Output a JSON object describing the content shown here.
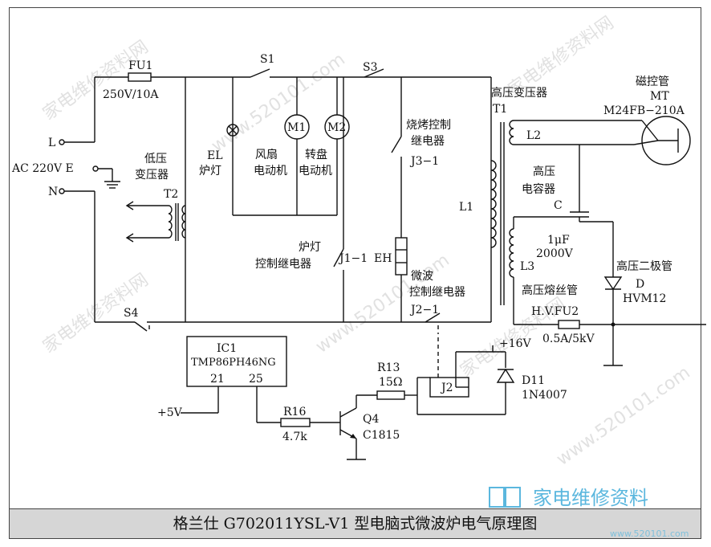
{
  "caption": "格兰仕 G702011YSL-V1 型电脑式微波炉电气原理图",
  "labels": {
    "fu1": "FU1",
    "fu1_rating": "250V/10A",
    "l": "L",
    "ac": "AC 220V E",
    "n": "N",
    "t2_title1": "低压",
    "t2_title2": "变压器",
    "t2": "T2",
    "el": "EL",
    "el_name": "炉灯",
    "s1": "S1",
    "s3": "S3",
    "s4": "S4",
    "m1": "M1",
    "m2": "M2",
    "fan1": "风扇",
    "fan2": "电动机",
    "turn1": "转盘",
    "turn2": "电动机",
    "grill1": "烧烤控制",
    "grill2": "继电器",
    "j31": "J3−1",
    "lamp_relay1": "炉灯",
    "lamp_relay2": "控制继电器",
    "j11": "J1−1",
    "eh": "EH",
    "l1": "L1",
    "mw1": "微波",
    "mw2": "控制继电器",
    "j21": "J2−1",
    "hvt": "高压变压器",
    "t1": "T1",
    "l2": "L2",
    "l3": "L3",
    "mag1": "磁控管",
    "mt": "MT",
    "mag_model": "M24FB−210A",
    "cap1": "高压",
    "cap2": "电容器",
    "c": "C",
    "c_value1": "1μF",
    "c_value2": "2000V",
    "diode_title": "高压二极管",
    "d": "D",
    "d_model": "HVM12",
    "fuse_title": "高压熔丝管",
    "hvfu2": "H.V.FU2",
    "hvfu2_rating": "0.5A/5kV",
    "ic1": "IC1",
    "ic1_model": "TMP86PH46NG",
    "pin21": "21",
    "pin25": "25",
    "plus5v": "+5V",
    "r16": "R16",
    "r16_value": "4.7k",
    "q4": "Q4",
    "q4_model": "C1815",
    "r13": "R13",
    "r13_value": "15Ω",
    "j2": "J2",
    "plus16v": "+16V",
    "d11": "D11",
    "d11_model": "1N4007"
  },
  "watermark": {
    "text": "家电维修资料网",
    "url": "www.520101.com",
    "logo_text": "家电维修资料",
    "logo_sub": "www.520101.com"
  },
  "colors": {
    "line": "#111111",
    "caption_bg": "#d6d6d6",
    "logo": "#5bb7de",
    "watermark": "#c9c9c9"
  }
}
